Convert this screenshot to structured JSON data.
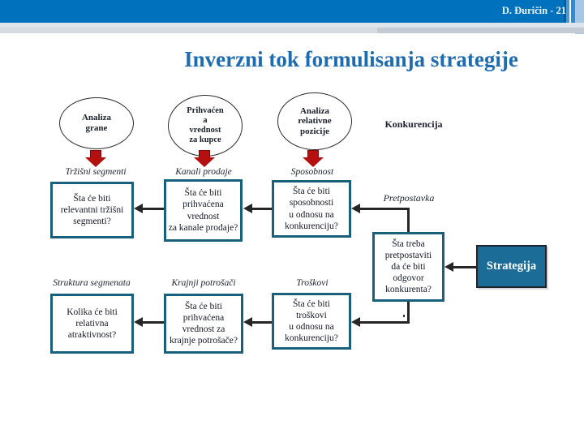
{
  "header": {
    "credit": "D. Đuričin - 21"
  },
  "slide": {
    "title": "Inverzni tok formulisanja strategije"
  },
  "diagram": {
    "ellipses": {
      "industry": "Analiza\ngrane",
      "customer_value": "Prihvaćen\na\nvrednost\nza kupce",
      "relative_position": "Analiza\nrelativne\npozicije"
    },
    "side_labels": {
      "competition": "Konkurencija",
      "assumption": "Pretpostavka"
    },
    "stage_labels": {
      "market_segments": "Tržišni segmenti",
      "sales_channels": "Kanali prodaje",
      "capability": "Sposobnost",
      "segment_structure": "Struktura segmenata",
      "end_consumers": "Krajnji potrošači",
      "costs": "Troškovi"
    },
    "questions": {
      "segments": "Šta će biti\nrelevantni tržišni\nsegmenti?",
      "channel_value": "Šta će biti\nprihvaćena\nvrednost\nza kanale prodaje?",
      "capabilities": "Šta će biti\nsposobnosti\nu odnosu na\nkonkurenciju?",
      "competitor_response": "Šta treba\npretpostaviti\nda će biti\nodgovor\nkonkurenta?",
      "attractiveness": "Kolika će biti\nrelativna\natraktivnost?",
      "consumer_value": "Šta će biti\nprihvaćena\nvrednost za\nkrajnje potrošače?",
      "cost_position": "Šta će biti\ntroškovi\nu odnosu na\nkonkurenciju?"
    },
    "strategy_label": "Strategija",
    "stray_dot": "."
  },
  "colors": {
    "header_bar": "#0071bc",
    "title_blue": "#1e6cb0",
    "box_border": "#18607c",
    "strategy_fill": "#1b6d98",
    "red_arrow": "#b50f0f",
    "connector": "#262626"
  }
}
